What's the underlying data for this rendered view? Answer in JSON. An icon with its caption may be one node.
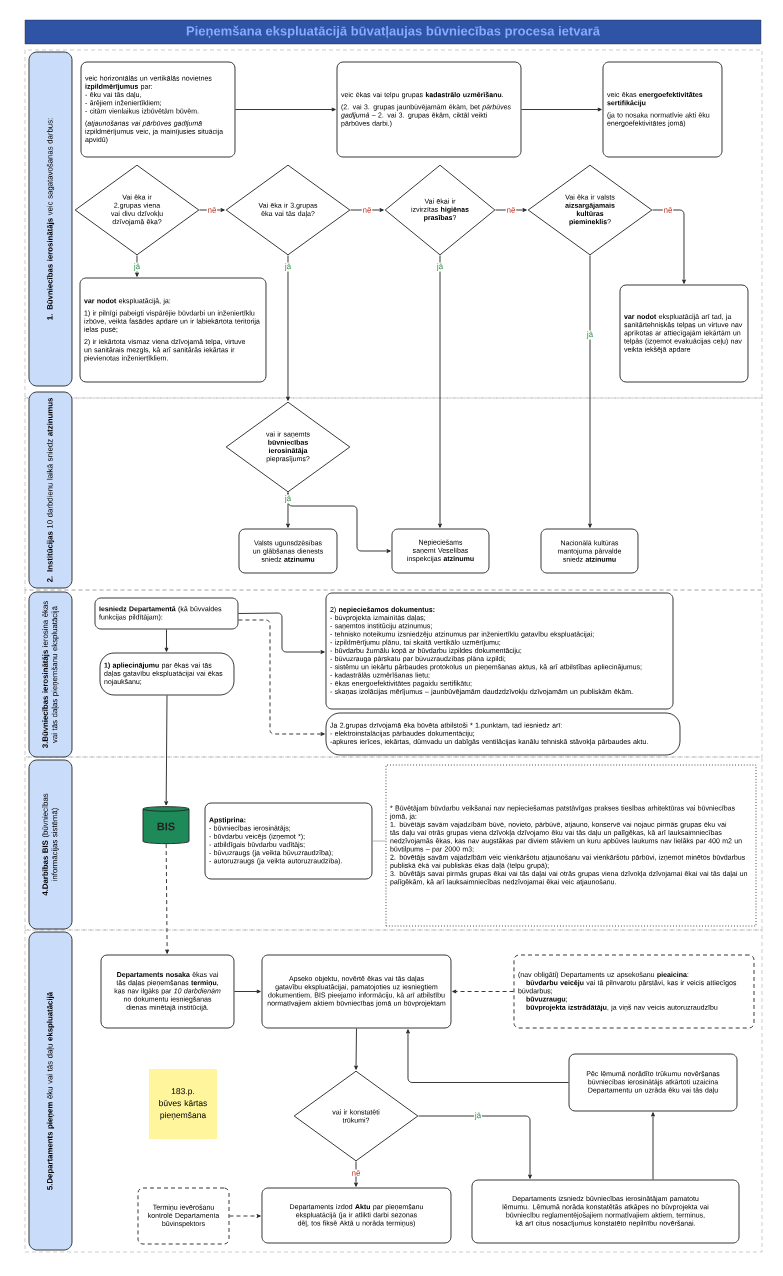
{
  "diagram": {
    "title": "Pieņemšana ekspluatācijā būvatļaujas būvniecības procesa ietvarā",
    "nodes": [
      {
        "text": [
          "**1. Būvniecības ierosinātājs** veic sagatavošanas darbus:"
        ]
      },
      {
        "text": [
          "veic horizontālās un vertikālās novietnes **izpildmērījumus** par:",
          "- ēku vai tās daļu,",
          "- ārējiem inženiertīkliem;",
          "- citām vienlaikus izbūvētām būvēm.",
          "(*atjaunošanas vai pārbūves gadījumā* izpildmērījumus veic, ja mainījusies situācija apvidū)"
        ]
      },
      {
        "text": [
          "veic ēkas vai telpu grupas **kadastrālo uzmērīšanu**.",
          "(2. vai 3. grupas jaunbūvējamām ēkām, bet *pārbūves gadījumā* – 2. vai 3. grupas ēkām, ciktāl veikti pārbūves darbi.)"
        ]
      },
      {
        "text": [
          "veic ēkas **energoefektivitātes sertifikāciju**",
          "(ja to nosaka normatīvie akti ēku energoefektivitātes jomā)"
        ]
      },
      {
        "text": [
          "Vai ēka ir 2.grupas viena vai divu dzīvokļu dzīvojamā ēka?"
        ]
      },
      {
        "text": [
          "Vai ēka ir 3.grupas ēka vai tās daļa?"
        ]
      },
      {
        "text": [
          "Vai ēkai ir izvirzītas **higiēnas prasības**?"
        ]
      },
      {
        "text": [
          "Vai ēka ir valsts **aizsargājamais kultūras piemineklis**?"
        ]
      },
      {
        "text": [
          "**var nodot** ekspluatācijā, ja:",
          "1) ir pilnīgi pabeigti vispārējie būvdarbi un inženiertīklu izbūve, veikta fasādes apdare un ir labiekārtota teritorija ielas pusē;",
          "2) ir iekārtota vismaz viena dzīvojamā telpa, virtuve un sanitārais mezgls, kā arī sanitārās iekārtas ir pievienotas inženiertīkliem."
        ]
      },
      {
        "text": [
          "**var nodot** ekspluatācijā arī tad, ja sanitārtehniskās telpas un virtuve nav aprīkotas ar attiecīgajām iekārtām un telpās (izņemot evakuācijas ceļu) nav veikta iekšējā apdare"
        ]
      },
      {
        "text": [
          "**2. Institūcijas** 10 darbdienu laikā sniedz **atzinumus**"
        ]
      },
      {
        "text": [
          "vai ir saņemts **būvniecības ierosinātāja** pieprasījums?"
        ]
      },
      {
        "text": [
          "Valsts ugunsdzēsības un glābšanas dienests sniedz **atzinumu**"
        ]
      },
      {
        "text": [
          "Nepieciešams saņemt Veselības inspekcijas **atzinumu**"
        ]
      },
      {
        "text": [
          "Nacionālā kultūras mantojuma pārvalde sniedz **atzinumu**"
        ]
      },
      {
        "text": [
          "**3.Būvniecības ierosinātājs** ierosina ēkas vai tās daļas pieņemšanu ekspluatācijā"
        ]
      },
      {
        "text": [
          "**Iesniedz Departamentā** (kā būvvaldes funkcijas pildītājam):"
        ]
      },
      {
        "text": [
          "**1) apliecinājumu** par ēkas vai tās daļas gatavību ekspluatācijai vai ēkas nojaukšanu;"
        ]
      },
      {
        "text": [
          "2) **nepieciešamos dokumentus:**",
          "- būvprojekta izmainītās daļas;",
          "- saņemtos institūciju atzinumus;",
          "- tehnisko noteikumu izsniedzēju atzinumus par inženiertīklu gatavību ekspluatācijai;",
          "- izpildmērījumu plānu, tai skaitā vertikālo uzmērījumu;",
          "- būvdarbu žurnālu kopā ar būvdarbu izpildes dokumentāciju;",
          "- būvuzrauga pārskatu par būvuzraudzības plāna izpildi;",
          "- sistēmu un iekārtu pārbaudes protokolus un pieņemšanas aktus, kā arī atbilstības apliecinājumus;",
          "- kadastrālās uzmērīšanas lietu;",
          "- ēkas energoefektivitātes pagaidu sertifikātu;",
          "- skaņas izolācijas mērījumus – jaunbūvējamām daudzdzīvokļu dzīvojamām un publiskām ēkām."
        ]
      },
      {
        "text": [
          "Ja 2.grupas dzīvojamā ēka būvēta atbilstoši * 1.punktam, tad iesniedz arī:",
          "- elektroinstalācijas pārbaudes dokumentāciju;",
          "-apkures ierīces, iekārtas, dūmvadu un dabīgās ventilācijas kanālu tehniskā stāvokļa pārbaudes aktu."
        ]
      },
      {
        "text": [
          "**4.Darbības BIS** (būvniecības informācijas sistēmā)"
        ]
      },
      {
        "text": [
          "BIS"
        ]
      },
      {
        "text": [
          "**Apstiprina:**",
          "- būvniecības ierosinātājs;",
          "- būvdarbu veicējs (izņemot *);",
          "- atbildīgais būvdarbu vadītājs;",
          "- būvuzraugs (ja veikta būvuzraudzība);",
          "- autoruzraugs (ja veikta autoruzraudzība)."
        ]
      },
      {
        "text": [
          "* Būvētājam būvdarbu veikšanai nav nepieciešamas patstāvīgas prakses tiesības arhitektūras vai būvniecības jomā, ja:",
          "1. būvētājs savām vajadzībām būvē, novieto, pārbūvē, atjauno, konservē vai nojauc pirmās grupas ēku vai tās daļu vai otrās grupas viena dzīvokļa dzīvojamo ēku vai tās daļu un palīgēkas, kā arī lauksaimniecības nedzīvojamās ēkas, kas nav augstākas par diviem stāviem un kuru apbūves laukums nav lielāks par 400 m2 un būvtilpums – par 2000 m3;",
          "2. būvētājs savām vajadzībām veic vienkāršotu atjaunošanu vai vienkāršotu pārbūvi, izņemot minētos būvdarbus publiskā ēkā vai publiskās ēkas daļā (telpu grupā);",
          "3. būvētājs savai pirmās grupas ēkai vai tās daļai vai otrās grupas viena dzīvokļa dzīvojamai ēkai vai tās daļai un palīgēkām, kā arī lauksaimniecības nedzīvojamai ēkai veic atjaunošanu."
        ]
      },
      {
        "text": [
          "**5.Departaments pieņem** ēku vai tās daļu **ekspluatācijā**"
        ]
      },
      {
        "text": [
          "**Departaments nosaka** ēkas vai tās daļas pieņemšanas **termiņu**, kas nav ilgāks par *10 darbdienām* no dokumentu iesniegšanas dienas minētajā institūcijā."
        ]
      },
      {
        "text": [
          "Apseko objektu, novērtē ēkas vai tās daļas gatavību ekspluatācijai, pamatojoties uz iesniegtiem dokumentiem, BIS pieejamo informāciju, kā arī atbilstību normatīvajiem aktiem būvniecības jomā un būvprojektam"
        ]
      },
      {
        "text": [
          "(nav obligāti) Departaments uz apsekošanu **pieaicina**:",
          "**būvdarbu veicēju** vai tā pilnvarotu pārstāvi, kas ir veicis attiecīgos būvdarbus;",
          "**būvuzraugu**;",
          "**būvprojekta izstrādātāju**, ja viņš nav veicis autoruzraudzību"
        ]
      },
      {
        "text": [
          "183.p. būves kārtas pieņemšana"
        ]
      },
      {
        "text": [
          "Pēc lēmumā norādīto trūkumu novēršanas būvniecības ierosinātājs atkārtoti uzaicina Departamentu un uzrāda ēku vai tās daļu"
        ]
      },
      {
        "text": [
          "vai ir konstatēti trūkumi?"
        ]
      },
      {
        "text": [
          "Termiņu ievērošanu kontrolē Departamenta būvinspektors"
        ]
      },
      {
        "text": [
          "Departaments izdod **Aktu** par pieņemšanu ekspluatācijā (ja ir atlikti darbi sezonas dēļ, tos fiksē Aktā u norāda termiņus)"
        ]
      },
      {
        "text": [
          "Departaments izsniedz būvniecības ierosinātājam pamatotu lēmumu. Lēmumā norāda konstatētās atkāpes no būvprojekta vai būvniecību reglamentējošajiem normatīvajiem aktiem, terminus, kā arī citus nosacījumus konstatēto nepilnību novēršanai."
        ]
      }
    ],
    "edges": [
      {
        "from": 1,
        "to": 2,
        "arrow": "to"
      },
      {
        "from": 2,
        "to": 3,
        "arrow": "to"
      },
      {
        "from": 4,
        "to": 5,
        "arrow": "to",
        "label": "nē"
      },
      {
        "from": 5,
        "to": 6,
        "arrow": "to",
        "label": "nē"
      },
      {
        "from": 6,
        "to": 7,
        "arrow": "to",
        "label": "nē"
      },
      {
        "from": 7,
        "to": 9,
        "arrow": "to",
        "label": "nē"
      },
      {
        "from": 4,
        "to": 8,
        "arrow": "to",
        "label": "jā"
      },
      {
        "from": 5,
        "to": 11,
        "arrow": "to",
        "label": "jā"
      },
      {
        "from": 6,
        "to": 13,
        "arrow": "to",
        "label": "jā"
      },
      {
        "from": 7,
        "to": 14,
        "arrow": "to",
        "label": "jā"
      },
      {
        "from": 11,
        "to": 12,
        "arrow": "to",
        "label": "jā"
      },
      {
        "from": 11,
        "to": 13,
        "arrow": "to"
      },
      {
        "from": 16,
        "to": 17,
        "arrow": "to"
      },
      {
        "from": 16,
        "to": 18,
        "arrow": "to"
      },
      {
        "from": 16,
        "to": 19,
        "arrow": "to",
        "style": "dashed"
      },
      {
        "from": 17,
        "to": 21,
        "arrow": "to"
      },
      {
        "from": 21,
        "to": 25,
        "arrow": "to",
        "style": "dashed"
      },
      {
        "from": 22,
        "to": 23,
        "arrow": "none",
        "color": "#aaaaaa"
      },
      {
        "from": 25,
        "to": 26,
        "arrow": "to"
      },
      {
        "from": 27,
        "to": 26,
        "arrow": "to",
        "style": "dashed"
      },
      {
        "from": 26,
        "to": 30,
        "arrow": "to"
      },
      {
        "from": 30,
        "to": 33,
        "arrow": "to",
        "label": "jā"
      },
      {
        "from": 30,
        "to": 32,
        "arrow": "to",
        "label": "nē"
      },
      {
        "from": 33,
        "to": 29,
        "arrow": "to"
      },
      {
        "from": 29,
        "to": 26,
        "arrow": "to"
      },
      {
        "from": 31,
        "to": 32,
        "arrow": "to",
        "style": "dashed"
      }
    ]
  }
}
